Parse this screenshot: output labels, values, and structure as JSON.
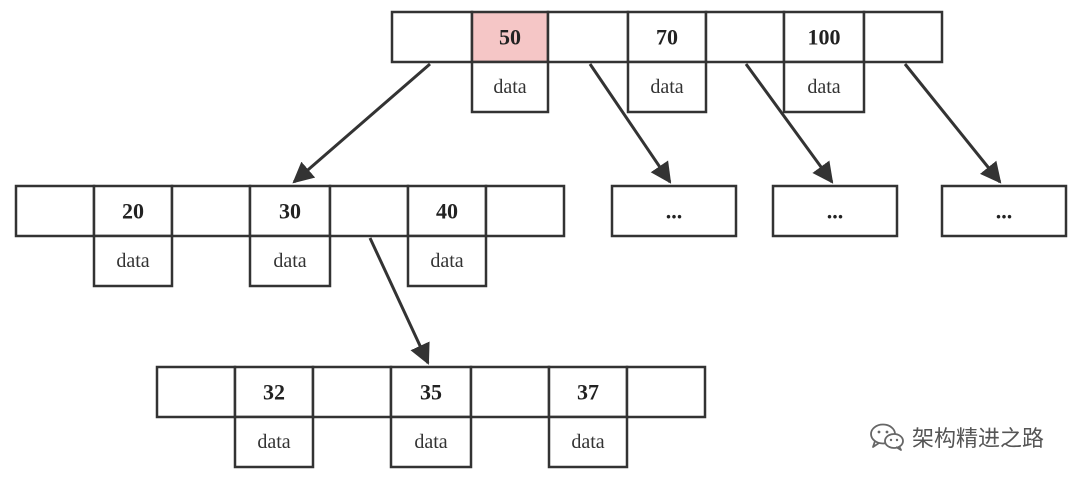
{
  "root": {
    "keys": [
      "50",
      "70",
      "100"
    ],
    "data_label": "data",
    "highlighted_key": "50"
  },
  "level1": {
    "left_node": {
      "keys": [
        "20",
        "30",
        "40"
      ],
      "data_label": "data"
    },
    "collapsed_children": [
      "...",
      "...",
      "..."
    ]
  },
  "level2": {
    "node": {
      "keys": [
        "32",
        "35",
        "37"
      ],
      "data_label": "data"
    }
  },
  "watermark": {
    "text": "架构精进之路",
    "icon": "wechat-icon"
  },
  "colors": {
    "highlight": "#f5c6c6",
    "stroke": "#333333"
  }
}
